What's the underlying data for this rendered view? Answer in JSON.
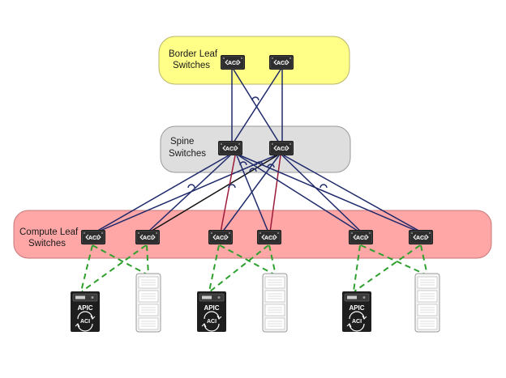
{
  "zones": {
    "border": {
      "line1": "Border Leaf",
      "line2": "Switches",
      "fill": "#FFFF88",
      "stroke": "#B9B66A"
    },
    "spine": {
      "line1": "Spine",
      "line2": "Switches",
      "fill": "#DEDEDE",
      "stroke": "#9A9A9A"
    },
    "compute": {
      "line1": "Compute Leaf",
      "line2": "Switches",
      "fill": "#FFA6A6",
      "stroke": "#C87878"
    }
  },
  "switch_badge": "ACI",
  "apic": {
    "label": "APIC",
    "badge": "ACI"
  },
  "colors": {
    "fabric_link": "#1F2A6B",
    "border_link": "#1F2A6B",
    "red_link": "#9C1B3A",
    "black_link": "#111111",
    "mgmt_link": "#2EA02E"
  },
  "icons": {
    "switch": "aci-switch-icon",
    "apic": "apic-controller-icon",
    "server": "server-rack-icon"
  }
}
